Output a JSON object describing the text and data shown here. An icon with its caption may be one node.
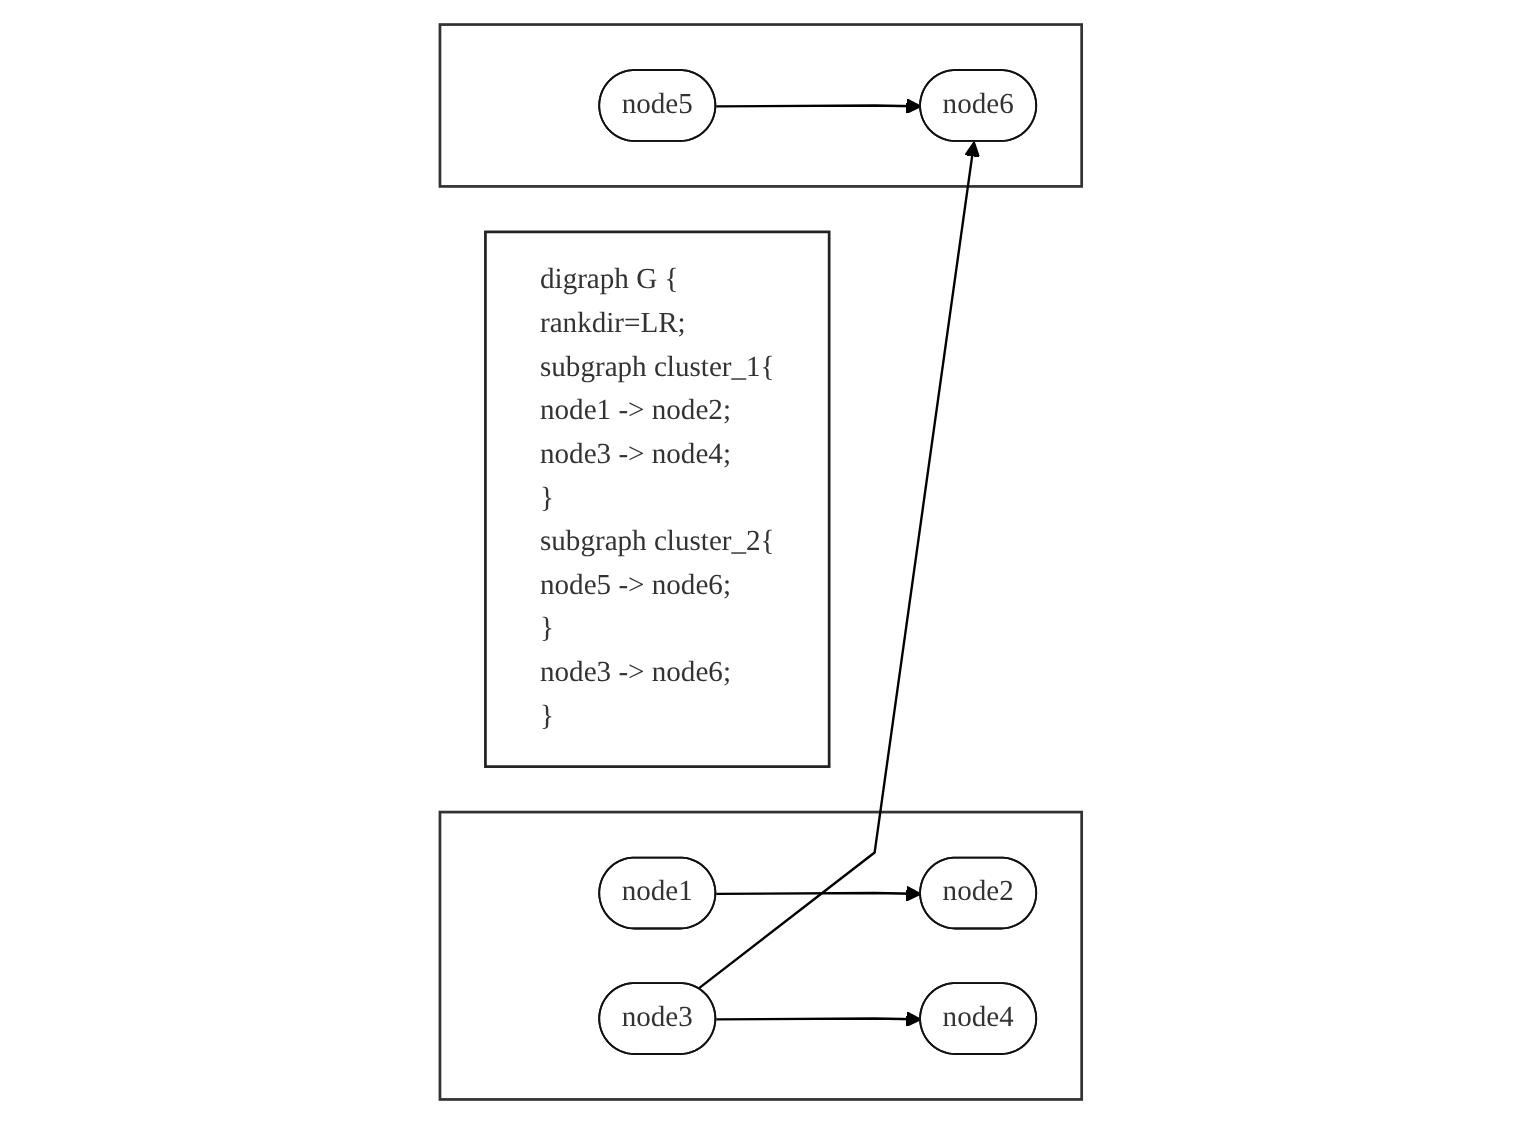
{
  "diagram": {
    "nodes": [
      {
        "text": [
          "digraph G {",
          "rankdir=LR;",
          "subgraph cluster_1{",
          "node1 -> node2;",
          "node3 -> node4;",
          "}",
          "subgraph cluster_2{",
          "node5 -> node6;",
          "}",
          "node3 -> node6;",
          "}"
        ]
      },
      {
        "text": [],
        "shape": "box"
      },
      {
        "text": [
          "node1"
        ],
        "in": 1
      },
      {
        "text": [
          "node2"
        ],
        "in": 1
      },
      {
        "text": [
          "node3"
        ],
        "in": 1
      },
      {
        "text": [
          "node4"
        ],
        "in": 1
      },
      {
        "text": [],
        "shape": "box"
      },
      {
        "text": [
          "node5"
        ],
        "in": 6
      },
      {
        "text": [
          "node6"
        ],
        "in": 6
      }
    ],
    "edges": [
      {
        "from": 2,
        "to": 3,
        "arrow": "to"
      },
      {
        "from": 4,
        "to": 5,
        "arrow": "to"
      },
      {
        "from": 7,
        "to": 8,
        "arrow": "to"
      },
      {
        "from": 4,
        "to": 8,
        "arrow": "to"
      }
    ]
  }
}
